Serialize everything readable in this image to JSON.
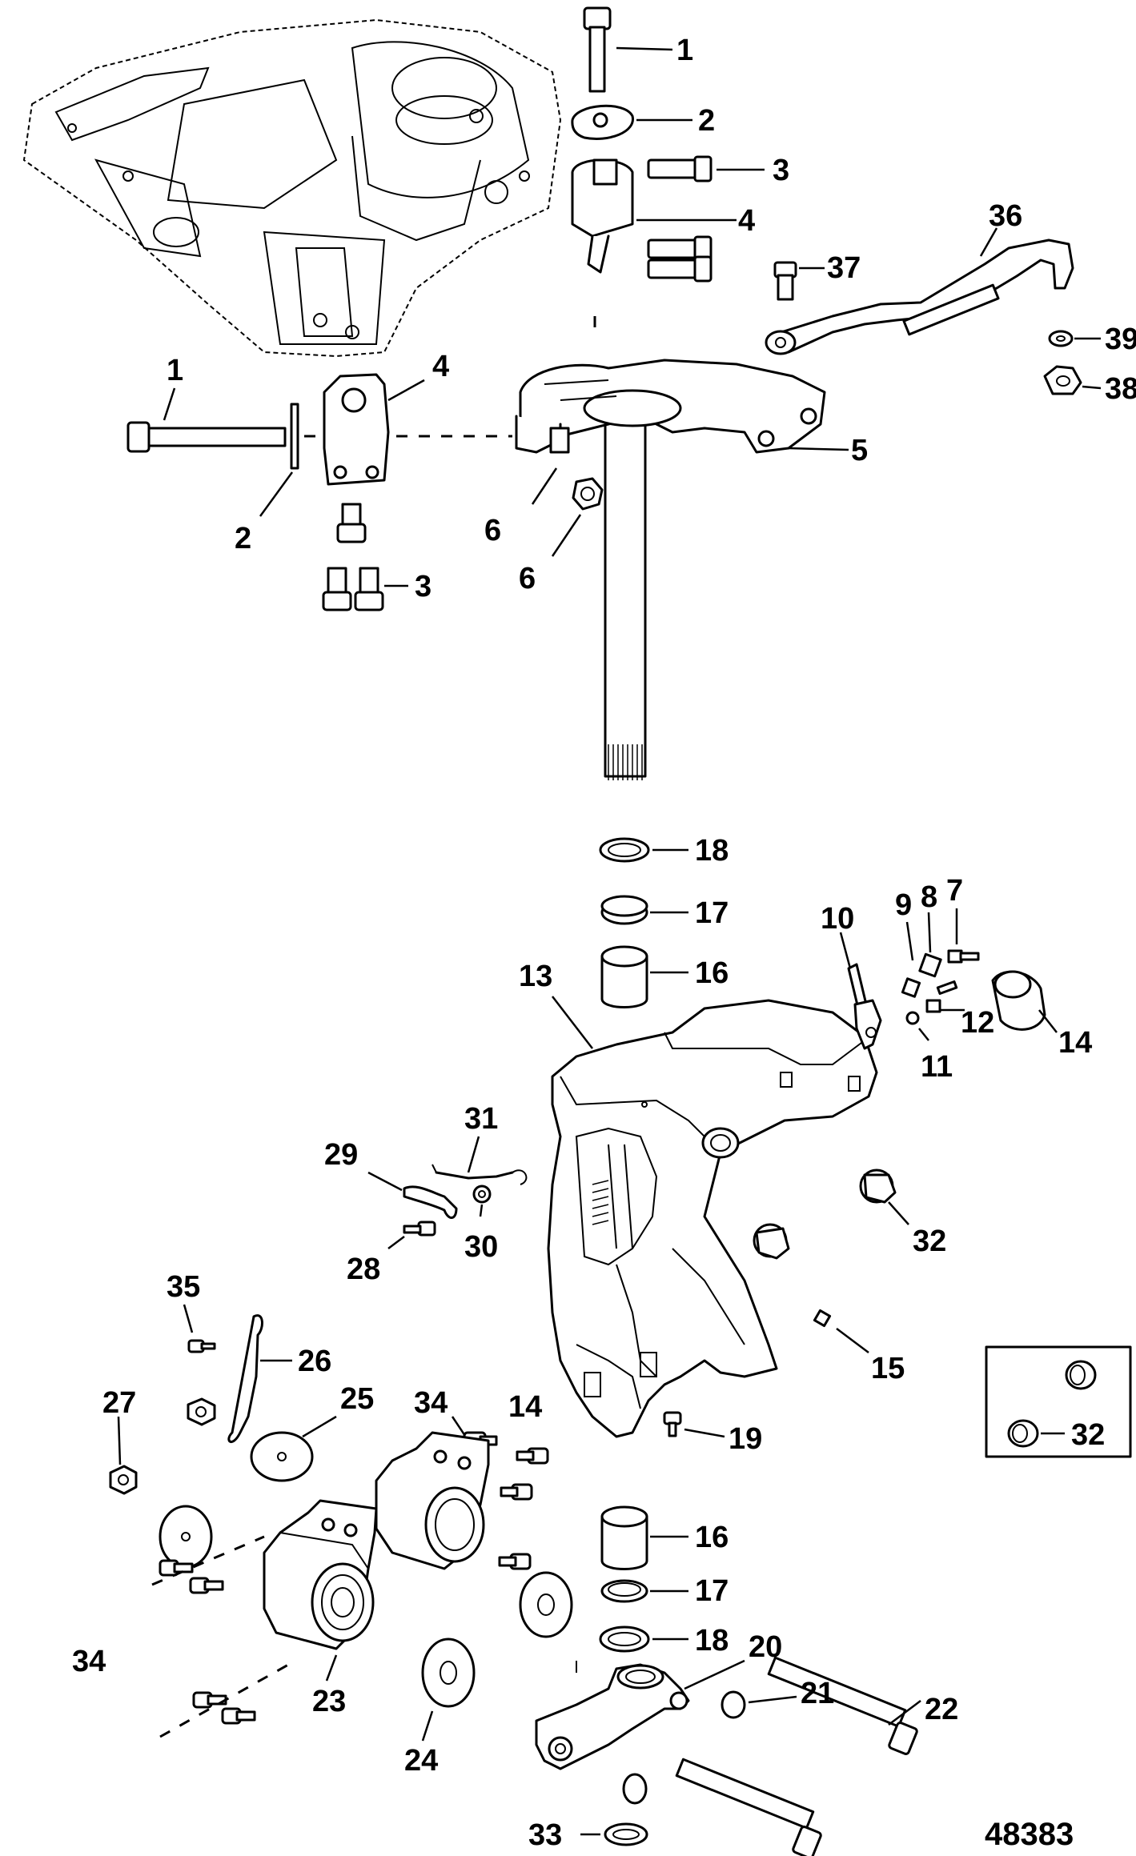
{
  "figure_number": "48383",
  "callouts": {
    "c1a": "1",
    "c2a": "2",
    "c3a": "3",
    "c4a": "4",
    "c1b": "1",
    "c4b": "4",
    "c5": "5",
    "c2b": "2",
    "c6a": "6",
    "c6b": "6",
    "c3b": "3",
    "c36": "36",
    "c37": "37",
    "c39": "39",
    "c38": "38",
    "c18a": "18",
    "c17a": "17",
    "c16a": "16",
    "c13": "13",
    "c10": "10",
    "c9": "9",
    "c8": "8",
    "c7": "7",
    "c12": "12",
    "c11": "11",
    "c14a": "14",
    "c31": "31",
    "c29": "29",
    "c30": "30",
    "c28": "28",
    "c32a": "32",
    "c35": "35",
    "c26": "26",
    "c27": "27",
    "c25": "25",
    "c34a": "34",
    "c14b": "14",
    "c15": "15",
    "c32b": "32",
    "c19": "19",
    "c16b": "16",
    "c17b": "17",
    "c18b": "18",
    "c20": "20",
    "c21": "21",
    "c22": "22",
    "c34b": "34",
    "c23": "23",
    "c24": "24",
    "c33": "33"
  },
  "icons": {
    "bolt": "hex-bolt-icon",
    "nut": "hex-nut-icon",
    "washer": "flat-washer-icon",
    "bushing": "bushing-icon"
  }
}
